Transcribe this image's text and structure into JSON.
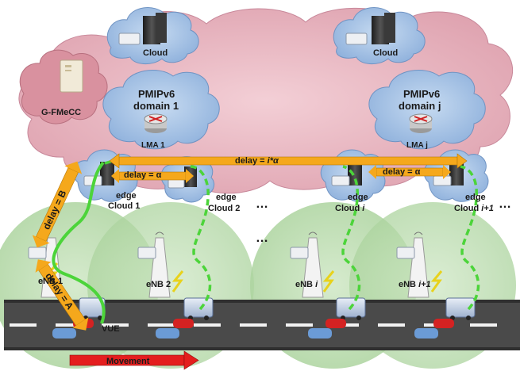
{
  "labels": {
    "cloud_left": "Cloud",
    "cloud_right": "Cloud",
    "gfmecc": "G-FMeCC",
    "domain1_line1": "PMIPv6",
    "domain1_line2": "domain 1",
    "domainj_line1": "PMIPv6",
    "domainj_line2": "domain j",
    "lma1": "LMA 1",
    "lmaj": "LMA j",
    "edge1_line1": "edge",
    "edge1_line2": "Cloud 1",
    "edge2_line1": "edge",
    "edge2_line2": "Cloud 2",
    "edgei_line1": "edge",
    "edgei_line2": "Cloud",
    "edgei_sub": "i",
    "edgei1_line1": "edge",
    "edgei1_line2": "Cloud",
    "edgei1_sub": "i+1",
    "enb1": "eNB 1",
    "enb2": "eNB 2",
    "enbi": "eNB",
    "enbi_sub": "i",
    "enbi1": "eNB",
    "enbi1_sub": "i+1",
    "vue": "VUE",
    "movement": "Movement",
    "ellipsis": "…"
  },
  "delays": {
    "b_prefix": "delay = ",
    "b_var": "B",
    "a_prefix": "delay = ",
    "a_var": "A",
    "alpha_left": "delay = α",
    "alpha_right": "delay = α",
    "long_prefix": "delay = ",
    "long_var": "i*α"
  },
  "colors": {
    "pink_cloud": "#e9b7c1",
    "blue_cloud": "#a8c4e4",
    "coverage": "#b9dab0",
    "road": "#4a4a4a",
    "orange_arrow": "#f5a81c",
    "green_path": "#4cd43a",
    "movement_red": "#e41e1e"
  }
}
